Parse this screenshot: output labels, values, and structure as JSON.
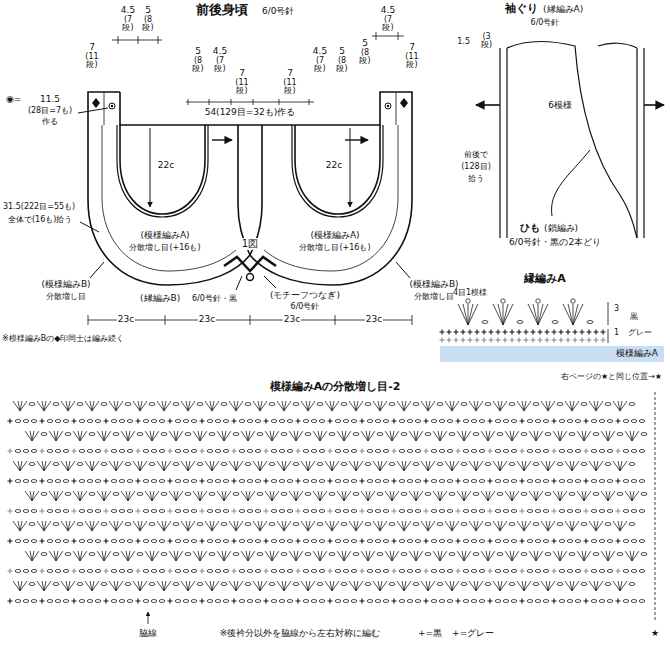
{
  "diagram": {
    "title": "前後身頃",
    "nodes": [
      {
        "text": [
          "模様編みA"
        ]
      }
    ],
    "labels": [
      "6/0号針",
      "4.5",
      "(7段)",
      "5",
      "(8段)",
      "7",
      "(11段)",
      "5",
      "(8段)",
      "4.5",
      "(7段)",
      "7",
      "(11段)",
      "7",
      "(11段)",
      "4.5",
      "(7段)",
      "5",
      "(8段)",
      "5",
      "(8段)",
      "4.5",
      "(7段)",
      "7",
      "(11段)",
      "◉=",
      "11.5",
      "(28目=7も)",
      "作る",
      "54(129目=32も)作る",
      "22c",
      "22c",
      "31.5(222目=55も)",
      "全体で(16も)拾う",
      "(模様編みA)",
      "分散増し目(+16も)",
      "(模様編みA)",
      "分散増し目(+16も)",
      "(模様編みB)",
      "分散増し目",
      "(模様編みB)",
      "分散増し目",
      "(縁編みB)",
      "6/0号針・黒",
      "(モチーフつなぎ)",
      "6/0号針",
      "1図",
      "23c",
      "23c",
      "23c",
      "23c",
      "※模様編みBの◆印同士は編み続く",
      "袖ぐり",
      "(縁編みA)",
      "6/0号針",
      "1.5",
      "(3段)",
      "6模様",
      "前後で",
      "(128目)",
      "拾う",
      "ひも",
      "(鎖編み)",
      "6/0号針・黒の2本どり",
      "縁編みA",
      "4目1模様",
      "3",
      "黒",
      "1",
      "グレー",
      "模様編みAの分散増し目-2",
      "右ページの★と同じ位置→★",
      "脇線",
      "※後衿分以外を脇線から左右対称に編む",
      "★"
    ],
    "legend": [
      {
        "text": "+=黒"
      },
      {
        "text": "+=グレー"
      }
    ]
  }
}
